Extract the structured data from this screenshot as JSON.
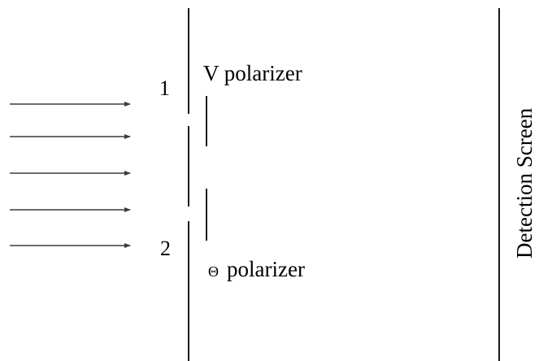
{
  "slits": [
    {
      "label": "1"
    },
    {
      "label": "2"
    }
  ],
  "polarizers": {
    "top": {
      "symbol": "",
      "text": "V polarizer"
    },
    "bottom": {
      "symbol": "Θ",
      "text": "polarizer"
    }
  },
  "screen": {
    "label": "Detection Screen"
  },
  "incoming_beam": {
    "arrow_count": 5
  },
  "colors": {
    "line": "#000000",
    "arrow": "#3c3c3c",
    "background": "#ffffff"
  }
}
